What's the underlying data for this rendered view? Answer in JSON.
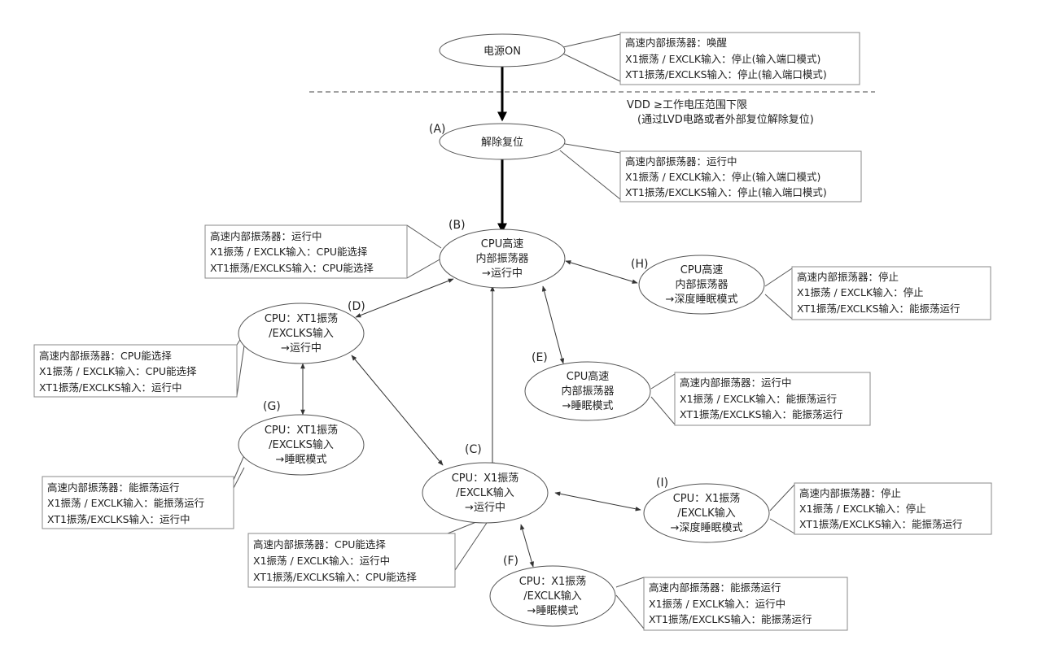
{
  "nodes": {
    "power_on": {
      "lines": [
        "电源ON"
      ]
    },
    "reset": {
      "lines": [
        "解除复位"
      ]
    },
    "B": {
      "lines": [
        "CPU高速",
        "内部振荡器",
        "→运行中"
      ]
    },
    "H": {
      "lines": [
        "CPU高速",
        "内部振荡器",
        "→深度睡眠模式"
      ]
    },
    "D": {
      "lines": [
        "CPU：XT1振荡",
        "/EXCLKS输入",
        "→运行中"
      ]
    },
    "E": {
      "lines": [
        "CPU高速",
        "内部振荡器",
        "→睡眠模式"
      ]
    },
    "G": {
      "lines": [
        "CPU：XT1振荡",
        "/EXCLKS输入",
        "→睡眠模式"
      ]
    },
    "C": {
      "lines": [
        "CPU：X1振荡",
        "/EXCLK输入",
        "→运行中"
      ]
    },
    "I": {
      "lines": [
        "CPU：X1振荡",
        "/EXCLK输入",
        "→深度睡眠模式"
      ]
    },
    "F": {
      "lines": [
        "CPU：X1振荡",
        "/EXCLK输入",
        "→睡眠模式"
      ]
    }
  },
  "labels": {
    "A": "(A)",
    "B": "(B)",
    "C": "(C)",
    "D": "(D)",
    "E": "(E)",
    "F": "(F)",
    "G": "(G)",
    "H": "(H)",
    "I": "(I)"
  },
  "vdd_note": {
    "line1": "VDD ≥工作电压范围下限",
    "line2": "(通过LVD电路或者外部复位解除复位)"
  },
  "notes": {
    "power_on": [
      "高速内部振荡器：唤醒",
      "X1振荡 / EXCLK输入：停止(输入端口模式)",
      "XT1振荡/EXCLKS输入：停止(输入端口模式)"
    ],
    "reset": [
      "高速内部振荡器：运行中",
      "X1振荡 / EXCLK输入：停止(输入端口模式)",
      "XT1振荡/EXCLKS输入：停止(输入端口模式)"
    ],
    "B": [
      "高速内部振荡器：运行中",
      "X1振荡 / EXCLK输入：CPU能选择",
      "XT1振荡/EXCLKS输入：CPU能选择"
    ],
    "H": [
      "高速内部振荡器：停止",
      "X1振荡 / EXCLK输入：停止",
      "XT1振荡/EXCLKS输入：能振荡运行"
    ],
    "D": [
      "高速内部振荡器：CPU能选择",
      "X1振荡 / EXCLK输入：CPU能选择",
      "XT1振荡/EXCLKS输入：运行中"
    ],
    "E": [
      "高速内部振荡器：运行中",
      "X1振荡 / EXCLK输入：能振荡运行",
      "XT1振荡/EXCLKS输入：能振荡运行"
    ],
    "G": [
      "高速内部振荡器：能振荡运行",
      "X1振荡 / EXCLK输入：能振荡运行",
      "XT1振荡/EXCLKS输入：运行中"
    ],
    "I": [
      "高速内部振荡器：停止",
      "X1振荡 / EXCLK输入：停止",
      "XT1振荡/EXCLKS输入：能振荡运行"
    ],
    "C": [
      "高速内部振荡器：CPU能选择",
      "X1振荡 / EXCLK输入：运行中",
      "XT1振荡/EXCLKS输入：CPU能选择"
    ],
    "F": [
      "高速内部振荡器：能振荡运行",
      "X1振荡 / EXCLK输入：运行中",
      "XT1振荡/EXCLKS输入：能振荡运行"
    ]
  },
  "colors": {
    "stroke": "#555555",
    "text": "#222222",
    "background": "#ffffff"
  }
}
